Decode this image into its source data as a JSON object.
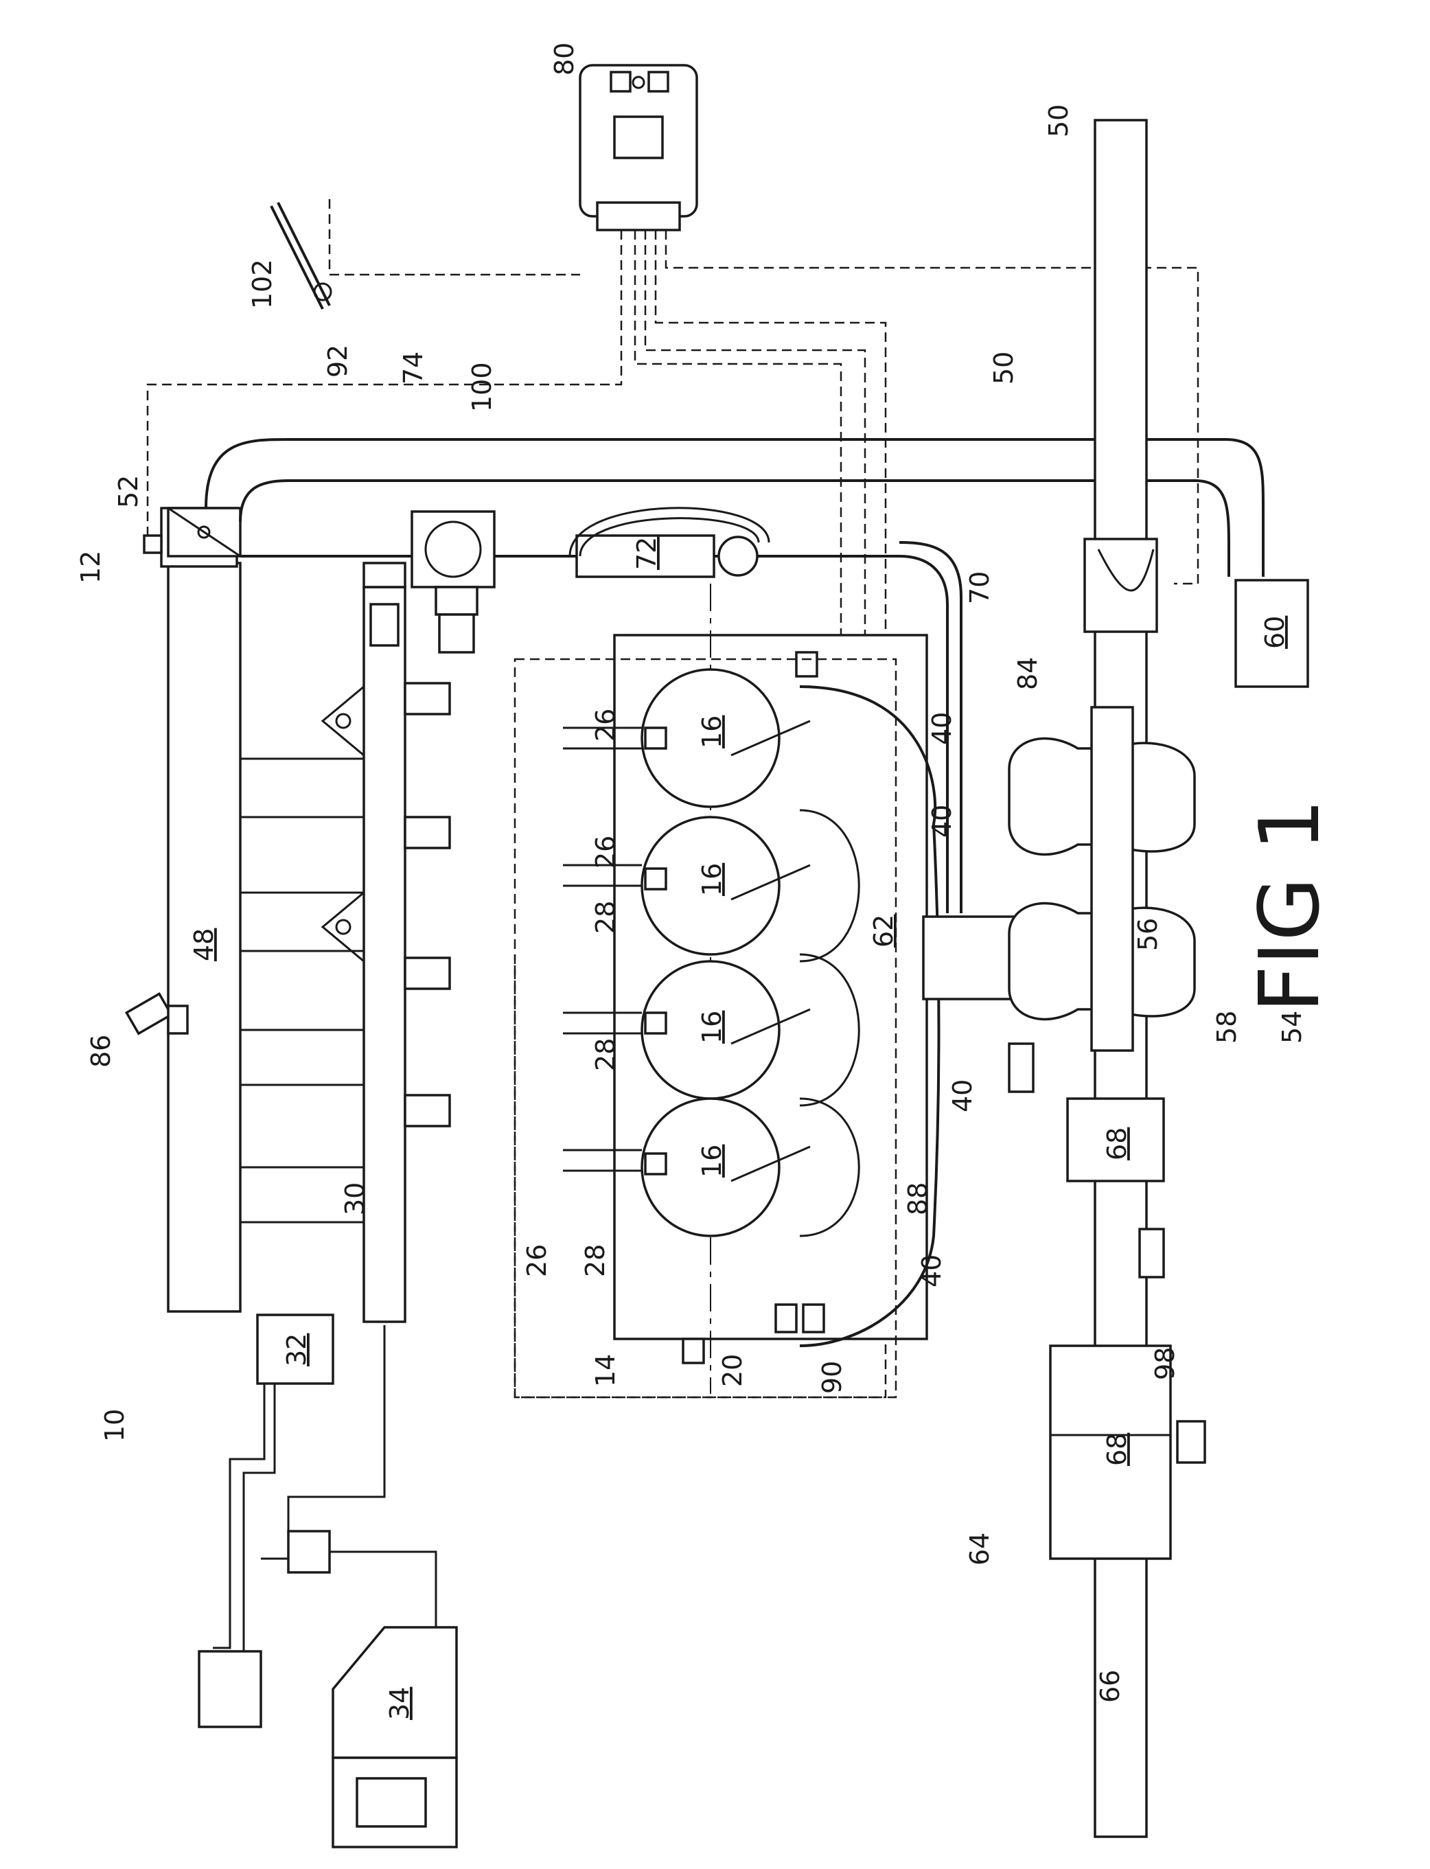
{
  "figure": {
    "title": "FIG 1"
  },
  "labels": {
    "l10": "10",
    "l12": "12",
    "l14": "14",
    "l16": "16",
    "l20": "20",
    "l26": "26",
    "l28": "28",
    "l30": "30",
    "l32": "32",
    "l34": "34",
    "l40": "40",
    "l48": "48",
    "l50": "50",
    "l52": "52",
    "l54": "54",
    "l56": "56",
    "l58": "58",
    "l60": "60",
    "l62": "62",
    "l64": "64",
    "l66": "66",
    "l68": "68",
    "l70": "70",
    "l72": "72",
    "l74": "74",
    "l80": "80",
    "l84": "84",
    "l86": "86",
    "l88": "88",
    "l90": "90",
    "l92": "92",
    "l98": "98",
    "l100": "100",
    "l102": "102"
  }
}
